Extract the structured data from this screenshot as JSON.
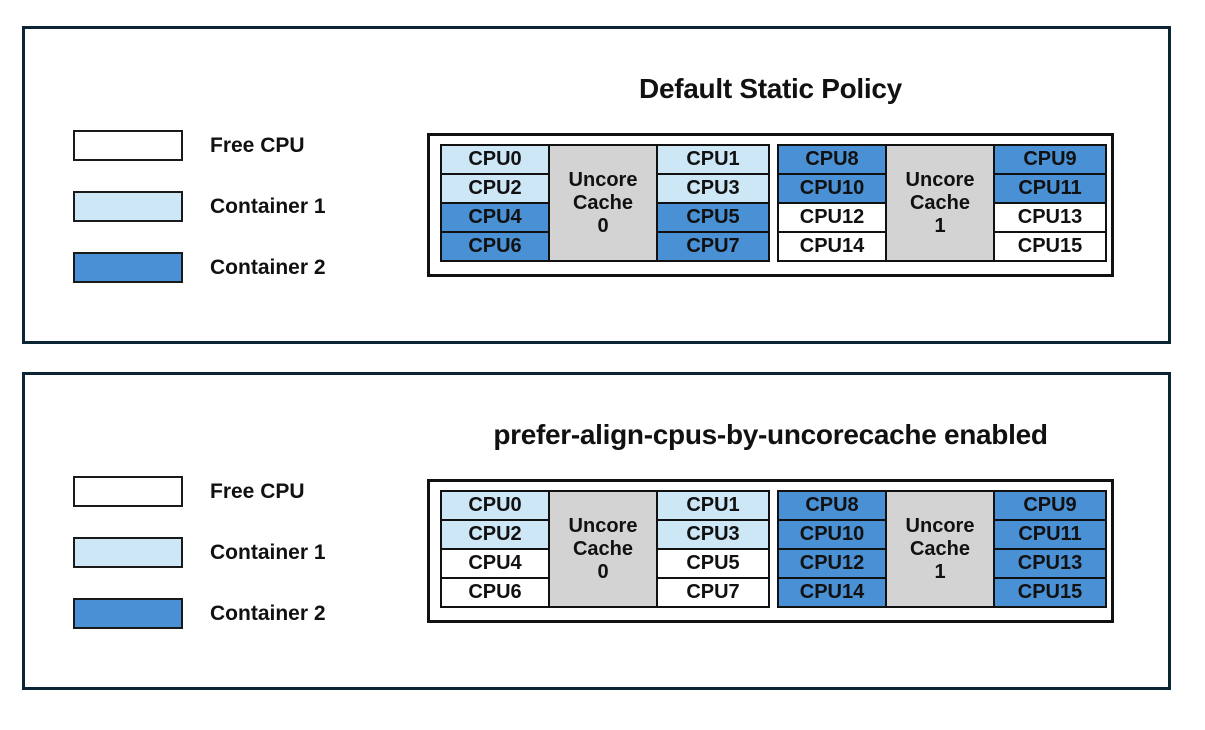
{
  "colors": {
    "free": "#ffffff",
    "container1": "#cde7f7",
    "container2": "#4a90d5",
    "cache": "#d3d3d3",
    "panel_border": "#0c2535"
  },
  "legend": {
    "items": [
      {
        "label": "Free CPU",
        "owner": "free"
      },
      {
        "label": "Container 1",
        "owner": "container1"
      },
      {
        "label": "Container 2",
        "owner": "container2"
      }
    ]
  },
  "panels": [
    {
      "title": "Default Static Policy",
      "groups": [
        {
          "cache_label": "Uncore\nCache\n0",
          "left": [
            {
              "label": "CPU0",
              "owner": "container1"
            },
            {
              "label": "CPU2",
              "owner": "container1"
            },
            {
              "label": "CPU4",
              "owner": "container2"
            },
            {
              "label": "CPU6",
              "owner": "container2"
            }
          ],
          "right": [
            {
              "label": "CPU1",
              "owner": "container1"
            },
            {
              "label": "CPU3",
              "owner": "container1"
            },
            {
              "label": "CPU5",
              "owner": "container2"
            },
            {
              "label": "CPU7",
              "owner": "container2"
            }
          ]
        },
        {
          "cache_label": "Uncore\nCache\n1",
          "left": [
            {
              "label": "CPU8",
              "owner": "container2"
            },
            {
              "label": "CPU10",
              "owner": "container2"
            },
            {
              "label": "CPU12",
              "owner": "free"
            },
            {
              "label": "CPU14",
              "owner": "free"
            }
          ],
          "right": [
            {
              "label": "CPU9",
              "owner": "container2"
            },
            {
              "label": "CPU11",
              "owner": "container2"
            },
            {
              "label": "CPU13",
              "owner": "free"
            },
            {
              "label": "CPU15",
              "owner": "free"
            }
          ]
        }
      ]
    },
    {
      "title": "prefer-align-cpus-by-uncorecache enabled",
      "groups": [
        {
          "cache_label": "Uncore\nCache\n0",
          "left": [
            {
              "label": "CPU0",
              "owner": "container1"
            },
            {
              "label": "CPU2",
              "owner": "container1"
            },
            {
              "label": "CPU4",
              "owner": "free"
            },
            {
              "label": "CPU6",
              "owner": "free"
            }
          ],
          "right": [
            {
              "label": "CPU1",
              "owner": "container1"
            },
            {
              "label": "CPU3",
              "owner": "container1"
            },
            {
              "label": "CPU5",
              "owner": "free"
            },
            {
              "label": "CPU7",
              "owner": "free"
            }
          ]
        },
        {
          "cache_label": "Uncore\nCache\n1",
          "left": [
            {
              "label": "CPU8",
              "owner": "container2"
            },
            {
              "label": "CPU10",
              "owner": "container2"
            },
            {
              "label": "CPU12",
              "owner": "container2"
            },
            {
              "label": "CPU14",
              "owner": "container2"
            }
          ],
          "right": [
            {
              "label": "CPU9",
              "owner": "container2"
            },
            {
              "label": "CPU11",
              "owner": "container2"
            },
            {
              "label": "CPU13",
              "owner": "container2"
            },
            {
              "label": "CPU15",
              "owner": "container2"
            }
          ]
        }
      ]
    }
  ]
}
